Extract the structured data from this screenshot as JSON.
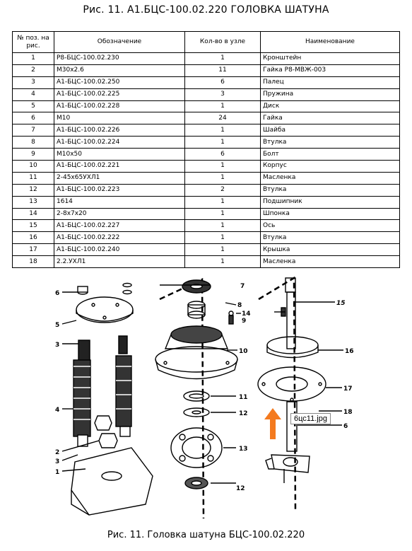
{
  "title": "Рис. 11.   А1.БЦС-100.02.220   ГОЛОВКА ШАТУНА",
  "table": {
    "headers": [
      "№ поз. на рис.",
      "Обозначение",
      "Кол-во в узле",
      "Наименование"
    ],
    "rows": [
      [
        "1",
        "Р8-БЦС-100.02.230",
        "1",
        "Кронштейн"
      ],
      [
        "2",
        "М30х2.6",
        "11",
        "Гайка Р8-МВЖ-003"
      ],
      [
        "3",
        "А1-БЦС-100.02.250",
        "6",
        "Палец"
      ],
      [
        "4",
        "А1-БЦС-100.02.225",
        "3",
        "Пружина"
      ],
      [
        "5",
        "А1-БЦС-100.02.228",
        "1",
        "Диск"
      ],
      [
        "6",
        "М10",
        "24",
        "Гайка"
      ],
      [
        "7",
        "А1-БЦС-100.02.226",
        "1",
        "Шайба"
      ],
      [
        "8",
        "А1-БЦС-100.02.224",
        "1",
        "Втулка"
      ],
      [
        "9",
        "М10х50",
        "6",
        "Болт"
      ],
      [
        "10",
        "А1-БЦС-100.02.221",
        "1",
        "Корпус"
      ],
      [
        "11",
        "2-45х65УХЛ1",
        "1",
        "Масленка"
      ],
      [
        "12",
        "А1-БЦС-100.02.223",
        "2",
        "Втулка"
      ],
      [
        "13",
        "1614",
        "1",
        "Подшипник"
      ],
      [
        "14",
        "2-8х7х20",
        "1",
        "Шпонка"
      ],
      [
        "15",
        "А1-БЦС-100.02.227",
        "1",
        "Ось"
      ],
      [
        "16",
        "А1-БЦС-100.02.222",
        "1",
        "Втулка"
      ],
      [
        "17",
        "А1-БЦС-100.02.240",
        "1",
        "Крышка"
      ],
      [
        "18",
        "2.2.УХЛ1",
        "1",
        "Масленка"
      ]
    ]
  },
  "drawing_labels": {
    "l1": "1",
    "l2": "2",
    "l3": "3",
    "l4": "4",
    "l5": "5",
    "l6": "6",
    "l7": "7",
    "l8": "8",
    "l9": "9",
    "l10": "10",
    "l11": "11",
    "l12": "12",
    "l12b": "12",
    "l13": "13",
    "l14": "14",
    "l15": "15",
    "l16": "16",
    "l17": "17",
    "l18": "18"
  },
  "tooltip": "6цс11.jpg",
  "caption": "Рис. 11. Головка шатуна БЦС-100.02.220",
  "colors": {
    "arrow": "#f47a1f",
    "ink": "#000000"
  }
}
